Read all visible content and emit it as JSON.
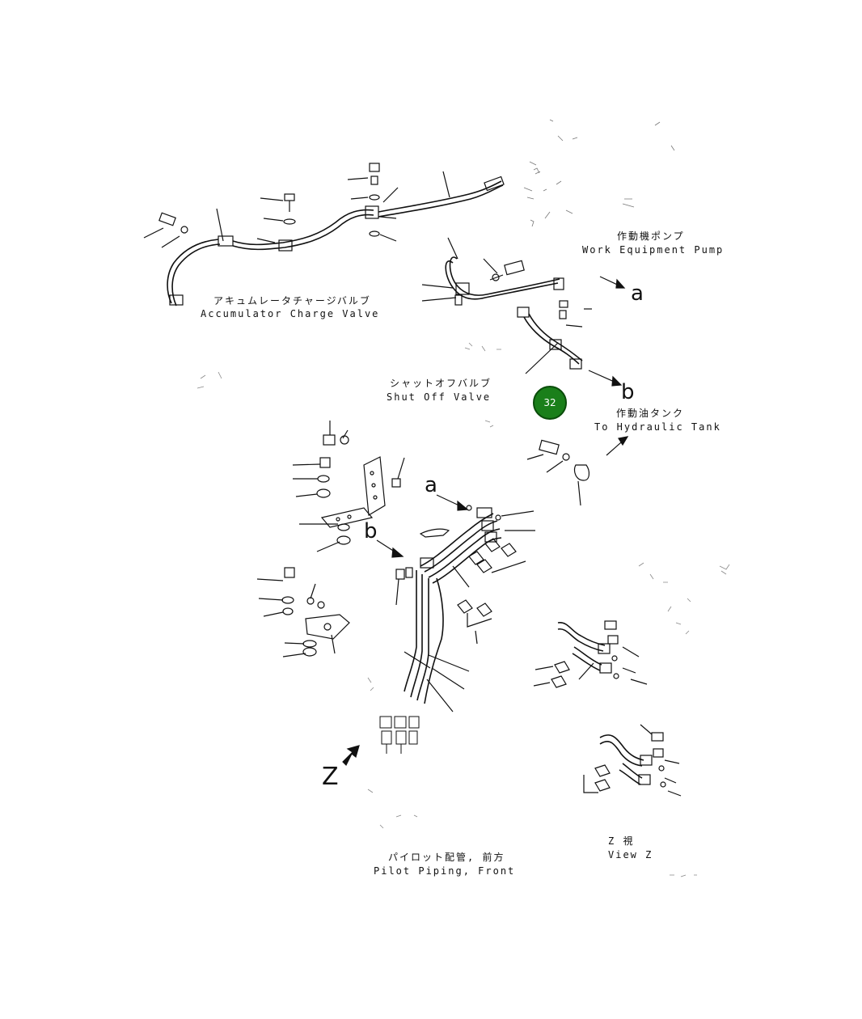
{
  "labels": {
    "work_pump_jp": "作動機ポンプ",
    "work_pump_en": "Work Equipment Pump",
    "accumulator_jp": "アキュムレータチャージバルブ",
    "accumulator_en": "Accumulator Charge Valve",
    "shut_off_jp": "シャットオフバルブ",
    "shut_off_en": "Shut Off Valve",
    "hyd_tank_jp": "作動油タンク",
    "hyd_tank_en": "To Hydraulic Tank",
    "pilot_jp": "パイロット配管, 前方",
    "pilot_en": "Pilot Piping, Front",
    "view_z_jp": "Z 視",
    "view_z_en": "View Z"
  },
  "letters": {
    "a_top": "a",
    "b_top": "b",
    "a_mid": "a",
    "b_mid": "b",
    "z": "Z"
  },
  "callout": {
    "number": "32",
    "color": "#1a7f1a"
  }
}
